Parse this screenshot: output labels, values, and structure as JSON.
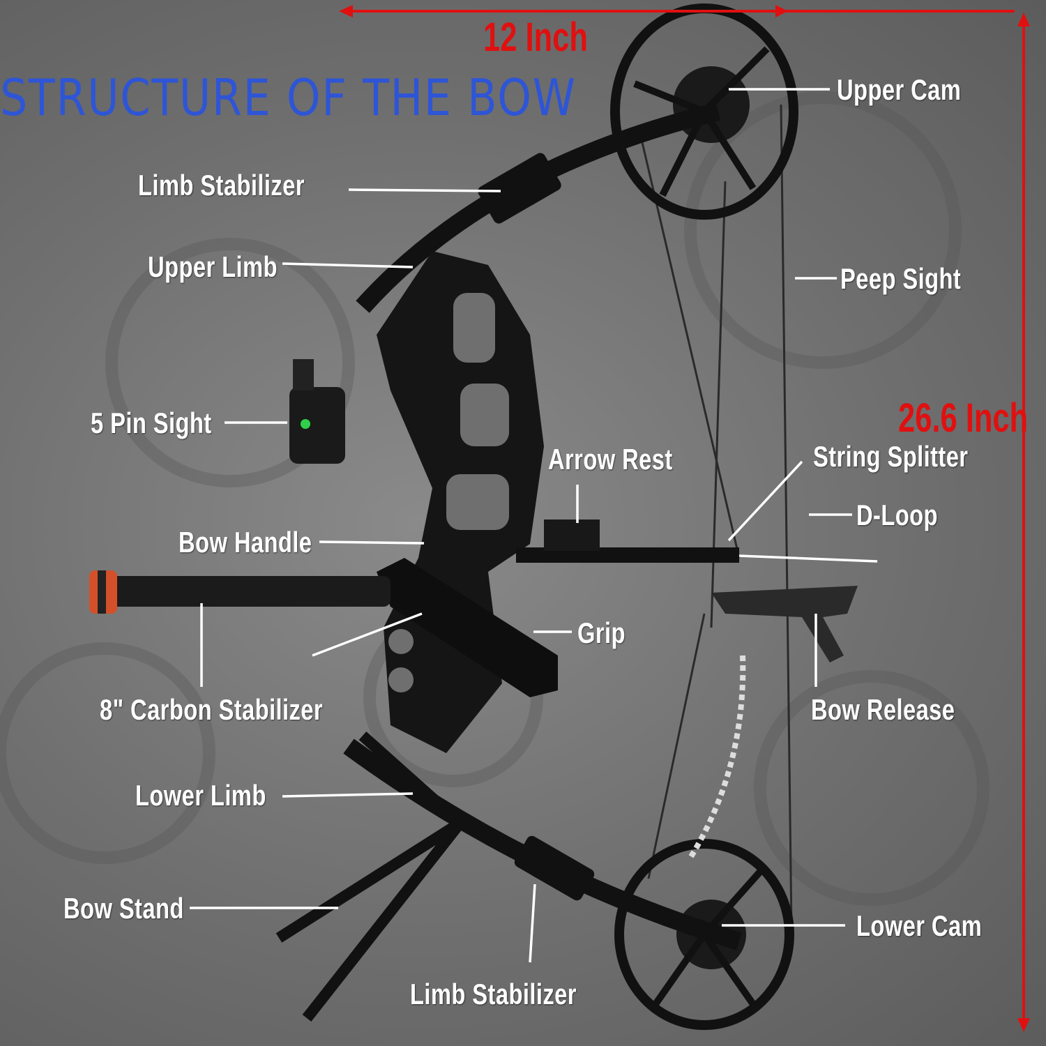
{
  "title": "STRUCTURE OF THE BOW",
  "dimensions": {
    "width": "12 Inch",
    "height": "26.6 Inch"
  },
  "labels": {
    "upper_cam": "Upper Cam",
    "limb_stabilizer_upper": "Limb  Stabilizer",
    "upper_limb": "Upper Limb",
    "peep_sight": "Peep Sight",
    "pin_sight": "5 Pin Sight",
    "arrow_rest": "Arrow Rest",
    "string_splitter": "String Splitter",
    "d_loop": "D-Loop",
    "bow_handle": "Bow Handle",
    "grip": "Grip",
    "carbon_stabilizer": "8\" Carbon Stabilizer",
    "bow_release": "Bow Release",
    "lower_limb": "Lower Limb",
    "bow_stand": "Bow Stand",
    "lower_cam": "Lower Cam",
    "limb_stabilizer_lower": "Limb  Stabilizer"
  },
  "colors": {
    "title": "#2e55d6",
    "dimension": "#e01010",
    "label": "#ffffff"
  }
}
